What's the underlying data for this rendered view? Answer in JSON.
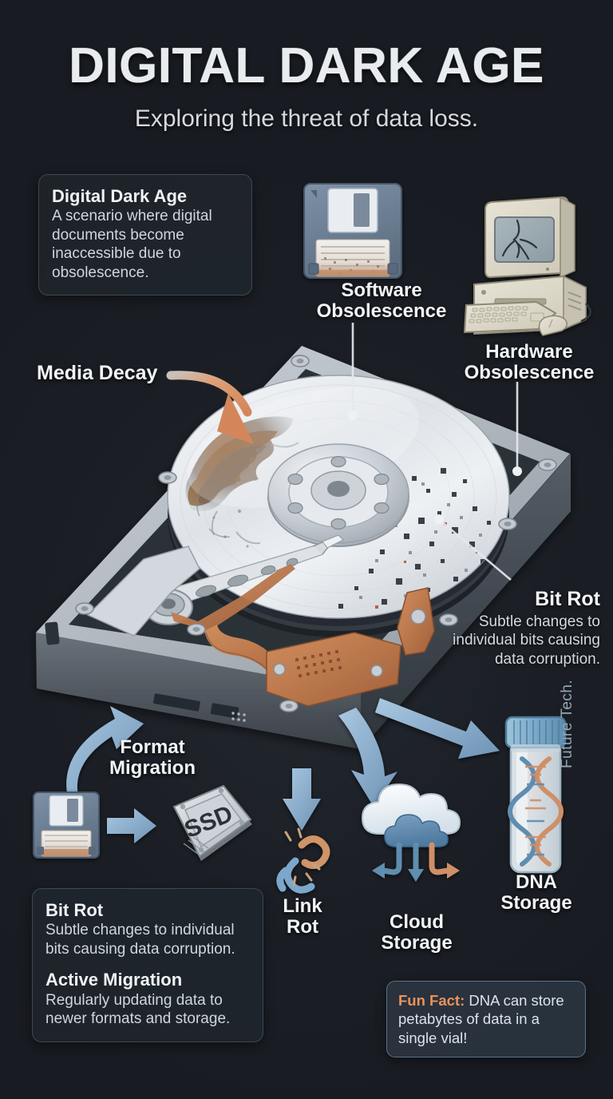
{
  "header": {
    "title": "DIGITAL DARK AGE",
    "subtitle": "Exploring the threat of data loss."
  },
  "definition_box": {
    "title": "Digital Dark Age",
    "body": "A scenario where digital documents become inaccessible due to obsolescence."
  },
  "callouts": {
    "media_decay": "Media Decay",
    "software_obsolescence": "Software\nObsolescence",
    "hardware_obsolescence": "Hardware\nObsolescence",
    "bit_rot_title": "Bit Rot",
    "bit_rot_body": "Subtle changes to individual bits causing data corruption.",
    "format_migration": "Format\nMigration",
    "link_rot": "Link\nRot",
    "cloud_storage": "Cloud\nStorage",
    "dna_storage": "DNA\nStorage",
    "future_tech": "Future Tech.",
    "ssd_label": "SSD"
  },
  "bottom_box": {
    "term1_title": "Bit Rot",
    "term1_body": "Subtle changes to individual bits causing data corruption.",
    "term2_title": "Active Migration",
    "term2_body": "Regularly updating data to newer formats and storage."
  },
  "fun_fact": {
    "label": "Fun Fact:",
    "text": " DNA can store petabytes of data in a single vial!"
  },
  "colors": {
    "background": "#1a1e24",
    "text_primary": "#f2f5f8",
    "text_secondary": "#cfd6dd",
    "accent_orange": "#e8935c",
    "accent_blue": "#8fb4d4",
    "box_border": "#3d4854",
    "funfact_border": "#59728c",
    "rust": "#a5653a",
    "copper": "#c17a4e",
    "platter_silver": "#dfe3e7",
    "chassis_dark": "#3a4149"
  },
  "icons": [
    "floppy-disk-icon",
    "retro-computer-icon",
    "hard-drive-icon",
    "ssd-icon",
    "broken-chain-icon",
    "cloud-sync-icon",
    "dna-vial-icon"
  ]
}
